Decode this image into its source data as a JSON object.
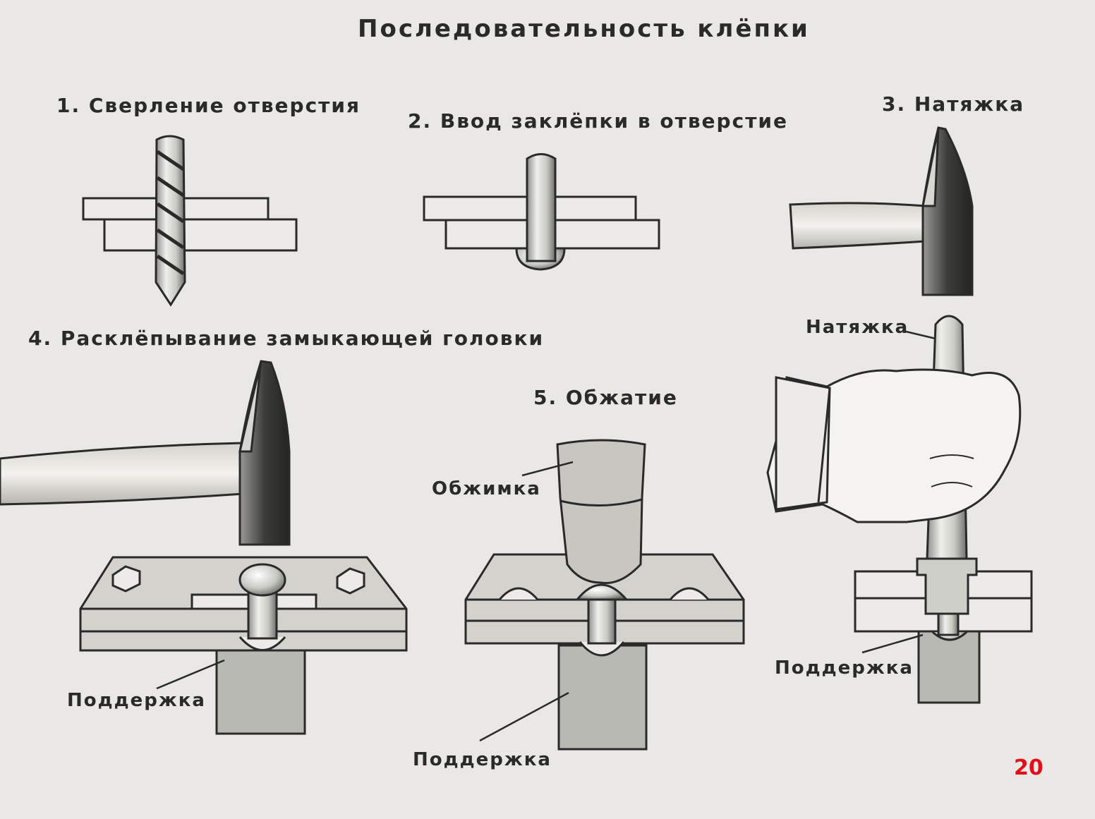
{
  "title": "Последовательность клёпки",
  "steps": [
    {
      "label": "1. Сверление отверстия"
    },
    {
      "label": "2. Ввод заклёпки в отверстие"
    },
    {
      "label": "3. Натяжка"
    },
    {
      "label": "4. Расклёпывание замыкающей головки"
    },
    {
      "label": "5. Обжатие"
    }
  ],
  "callouts": {
    "natyazhka": "Натяжка",
    "obzhimka": "Обжимка",
    "podderzhka_4": "Поддержка",
    "podderzhka_5": "Поддержка",
    "podderzhka_3": "Поддержка"
  },
  "page_number": "20",
  "colors": {
    "background": "#e9e8e4",
    "ink": "#2a2a2a",
    "page_number": "#e0101a"
  }
}
